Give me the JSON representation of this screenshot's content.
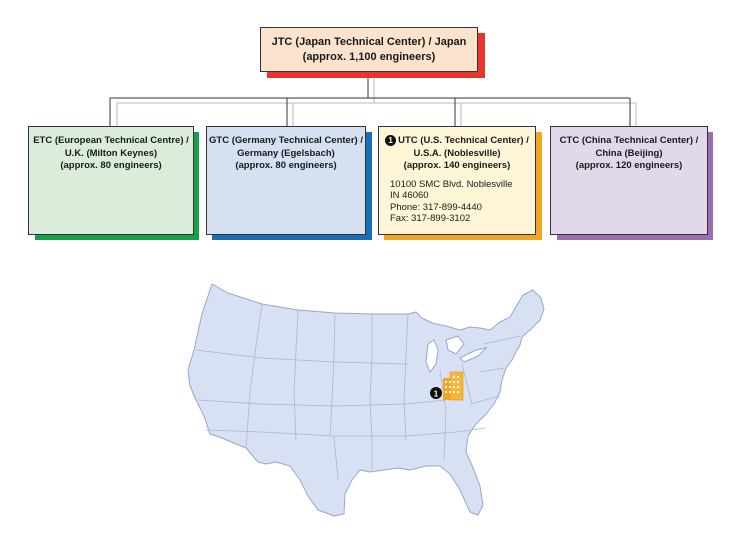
{
  "colors": {
    "jtc_fill": "#fbe3cd",
    "jtc_shadow": "#e8342a",
    "etc_fill": "#dcecda",
    "etc_shadow": "#16a04a",
    "gtc_fill": "#d5e0f1",
    "gtc_shadow": "#1a6eb6",
    "utc_fill": "#fff6d8",
    "utc_shadow": "#f2a723",
    "ctc_fill": "#e1d8ea",
    "ctc_shadow": "#9a6dae",
    "map_fill": "#d8e1f3",
    "map_stroke": "#97a7c8",
    "building": "#f2a723"
  },
  "jtc": {
    "line1": "JTC (Japan Technical Center) / Japan",
    "line2": "(approx. 1,100 engineers)"
  },
  "etc": {
    "line1": "ETC (European Technical Centre) /",
    "line2": "U.K. (Milton Keynes)",
    "line3": "(approx. 80 engineers)"
  },
  "gtc": {
    "line1": "GTC (Germany Technical Center) /",
    "line2": "Germany (Egelsbach)",
    "line3": "(approx. 80 engineers)"
  },
  "utc": {
    "badge": "1",
    "line1": "UTC (U.S. Technical Center) /",
    "line2": "U.S.A. (Noblesville)",
    "line3": "(approx. 140 engineers)",
    "addr1": "10100 SMC Blvd. Noblesville",
    "addr2": "IN 46060",
    "addr3": "Phone: 317-899-4440",
    "addr4": "Fax: 317-899-3102"
  },
  "ctc": {
    "line1": "CTC (China Technical Center) /",
    "line2": "China (Beijing)",
    "line3": "(approx. 120 engineers)"
  },
  "map": {
    "marker_badge": "1",
    "marker_icon": "building-icon"
  }
}
